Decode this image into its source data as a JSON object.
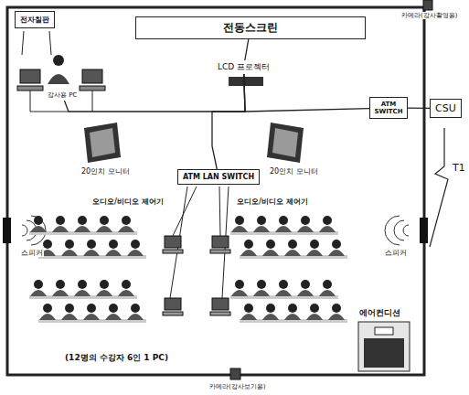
{
  "diagram": {
    "nodes": [
      {
        "text": [
          "전동스크린"
        ]
      },
      {
        "text": [
          "전자칠판"
        ]
      },
      {
        "text": [
          "강사용 PC"
        ]
      },
      {
        "text": [
          "LCD 프로젝터"
        ]
      },
      {
        "text": [
          "ATM SWITCH"
        ]
      },
      {
        "text": [
          "CSU"
        ]
      },
      {
        "text": [
          "ATM LAN SWITCH"
        ]
      }
    ],
    "edges": [
      {
        "from": 2,
        "to": 3,
        "arrow": "none"
      },
      {
        "from": 3,
        "to": 4,
        "arrow": "none"
      },
      {
        "from": 4,
        "to": 5,
        "arrow": "none"
      },
      {
        "from": 3,
        "to": 6,
        "arrow": "none"
      },
      {
        "from": 3,
        "to": 0,
        "arrow": "none"
      }
    ],
    "labels": [
      "카메라(강사촬영용)",
      "20인치 모니터",
      "20인치 모니터",
      "스피커",
      "스피커",
      "오디오/비디오 제어기",
      "오디오/비디오 제어기",
      "(12명의 수강자 6인 1 PC)",
      "에어컨디션",
      "카메라(강사보기용)",
      "T1"
    ]
  }
}
